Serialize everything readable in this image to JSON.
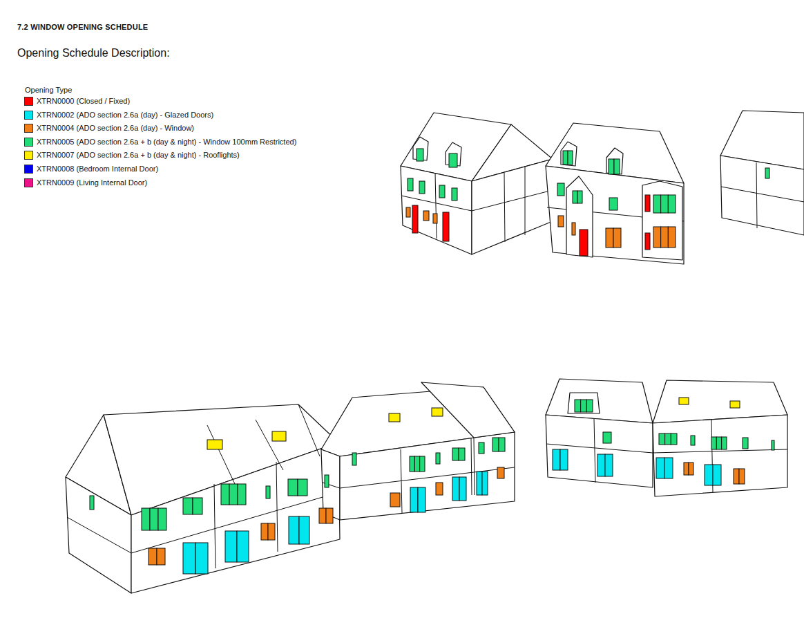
{
  "diagram": {
    "title": "7.2 WINDOW OPENING SCHEDULE",
    "labels": [
      "Opening Schedule Description:",
      "Opening Type"
    ],
    "legend": [
      {
        "text": "XTRN0000 (Closed / Fixed)",
        "color": "#ff0000"
      },
      {
        "text": "XTRN0002 (ADO section 2.6a (day) - Glazed Doors)",
        "color": "#00e5ee"
      },
      {
        "text": "XTRN0004 (ADO section 2.6a (day) - Window)",
        "color": "#f07f17"
      },
      {
        "text": "XTRN0005 (ADO section 2.6a + b (day & night) - Window 100mm Restricted)",
        "color": "#22dd77"
      },
      {
        "text": "XTRN0007 (ADO section 2.6a + b (day & night) - Rooflights)",
        "color": "#ffee00"
      },
      {
        "text": "XTRN0008 (Bedroom Internal Door)",
        "color": "#0000ee"
      },
      {
        "text": "XTRN0009 (Living Internal Door)",
        "color": "#ee1188"
      }
    ]
  }
}
